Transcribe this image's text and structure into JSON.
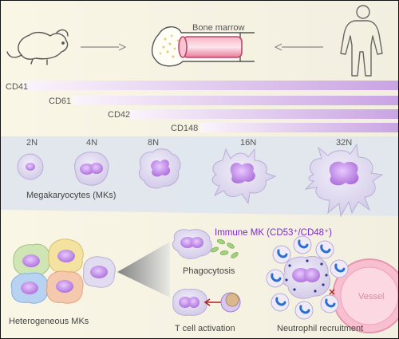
{
  "top": {
    "bone_marrow_label": "Bone marrow"
  },
  "markers": [
    {
      "label": "CD41"
    },
    {
      "label": "CD61"
    },
    {
      "label": "CD42"
    },
    {
      "label": "CD148"
    }
  ],
  "ploidy": {
    "stages": [
      "2N",
      "4N",
      "8N",
      "16N",
      "32N"
    ],
    "caption": "Megakaryocytes (MKs)"
  },
  "bottom": {
    "heterogeneous_label": "Heterogeneous MKs",
    "immune_mk_label": "Immune MK (CD53⁺/CD48⁺)",
    "phagocytosis_label": "Phagocytosis",
    "tcell_label": "T cell activation",
    "neutrophil_label": "Neutrophil recruitment",
    "vessel_label": "Vessel"
  },
  "colors": {
    "background": "#faf6e6",
    "band": "#dfe6ee",
    "marker_gradient_end": "#c9a4e3",
    "cytoplasm": "#e2dcf0",
    "nucleus": "#b87fe0",
    "immune_label": "#7a2ad0",
    "vessel": "#f7bfd0"
  },
  "icons": [
    "mouse-icon",
    "human-icon",
    "bone-icon",
    "arrow-right-icon",
    "arrow-left-icon"
  ]
}
